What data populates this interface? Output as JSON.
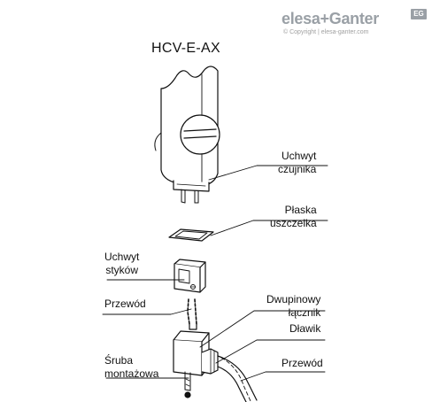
{
  "logo": {
    "brand": "elesa+Ganter",
    "badge": "EG",
    "copyright": "© Copyright | elesa-ganter.com"
  },
  "title": "HCV-E-AX",
  "labels": {
    "sensor_holder": [
      "Uchwyt",
      "czujnika"
    ],
    "flat_gasket": [
      "Płaska",
      "uszczelka"
    ],
    "contact_holder": [
      "Uchwyt",
      "styków"
    ],
    "wire_left": "Przewód",
    "two_pin_connector": [
      "Dwupinowy",
      "łącznik"
    ],
    "cable_gland": "Dławik",
    "wire_right": "Przewód",
    "mounting_screw": [
      "Śruba",
      "montażowa"
    ]
  }
}
